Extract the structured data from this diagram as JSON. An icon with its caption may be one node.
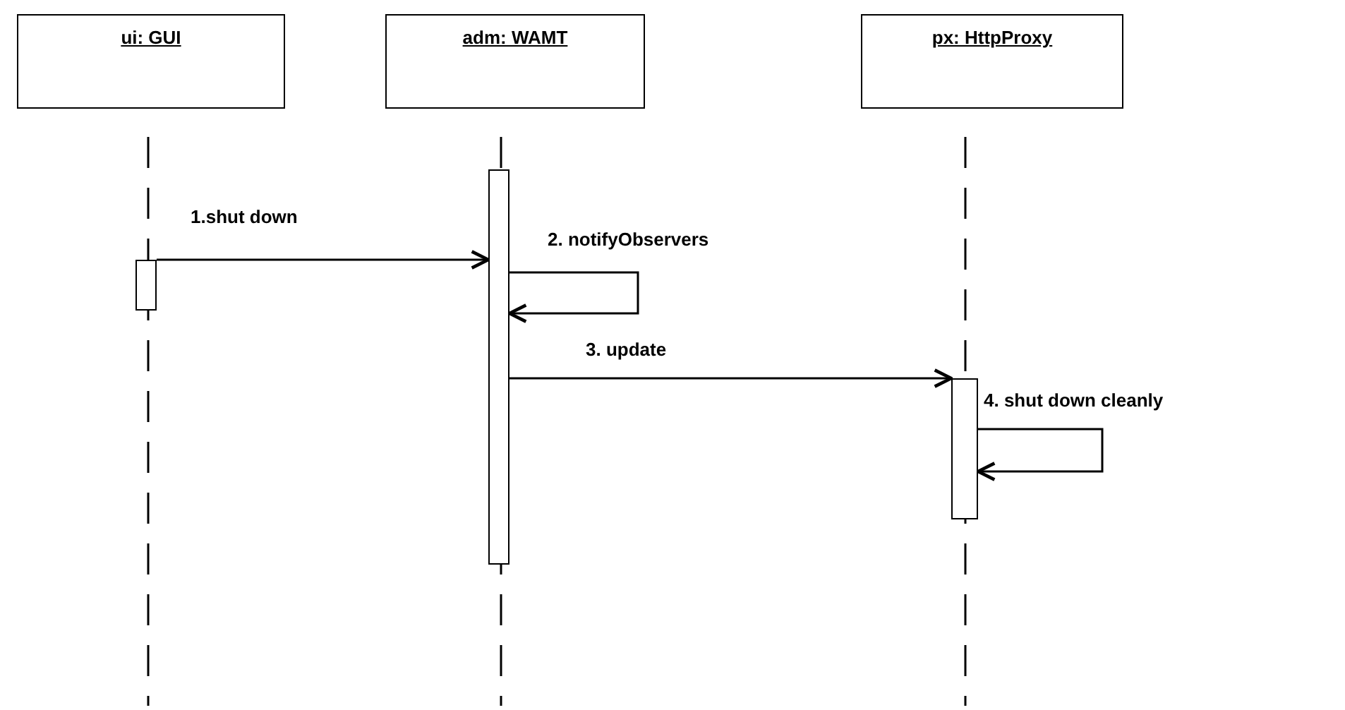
{
  "diagram": {
    "nodes": [
      {
        "text": [
          "ui: GUI"
        ]
      },
      {
        "text": [
          "adm: WAMT"
        ]
      },
      {
        "text": [
          "px: HttpProxy"
        ]
      },
      {
        "text": [],
        "shape": "bar"
      },
      {
        "text": [],
        "shape": "bar"
      },
      {
        "text": [],
        "shape": "bar"
      }
    ],
    "edges": [
      {
        "from": 3,
        "to": 4,
        "arrow": "to",
        "label": "1.shut down"
      },
      {
        "from": 4,
        "to": 4,
        "arrow": "to",
        "label": "2. notifyObservers"
      },
      {
        "from": 4,
        "to": 5,
        "arrow": "to",
        "label": "3. update"
      },
      {
        "from": 5,
        "to": 5,
        "arrow": "to",
        "label": "4. shut down cleanly"
      }
    ]
  }
}
